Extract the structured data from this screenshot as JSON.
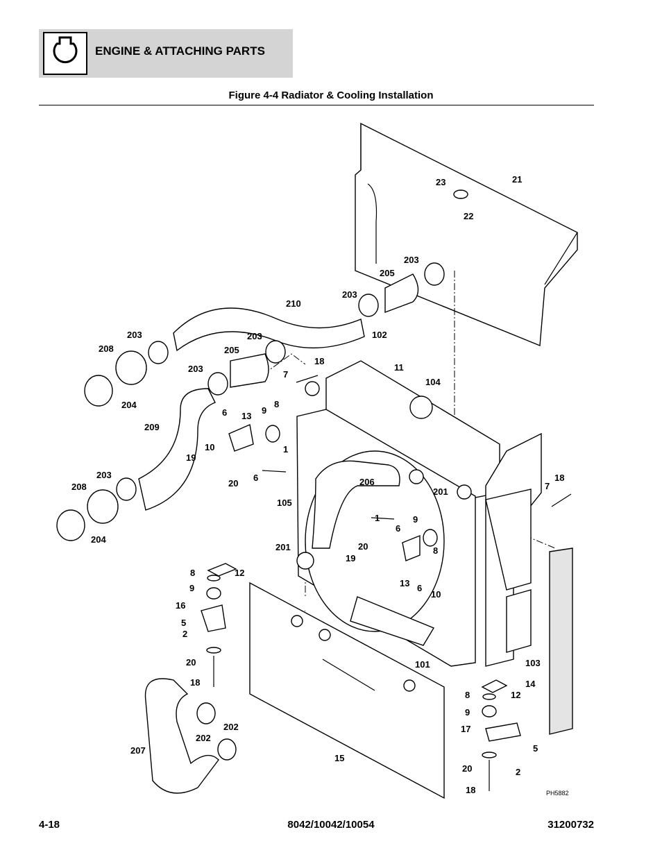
{
  "header": {
    "section_title": "ENGINE & ATTACHING PARTS",
    "icon": "engine-icon"
  },
  "figure": {
    "title": "Figure 4-4 Radiator & Cooling Installation",
    "photo_id": "PH5882",
    "callouts": [
      "21",
      "22",
      "23",
      "203",
      "205",
      "203",
      "210",
      "102",
      "203",
      "208",
      "203",
      "205",
      "18",
      "11",
      "104",
      "203",
      "7",
      "204",
      "209",
      "6",
      "9",
      "8",
      "13",
      "10",
      "1",
      "19",
      "20",
      "6",
      "206",
      "201",
      "208",
      "203",
      "18",
      "7",
      "105",
      "204",
      "1",
      "9",
      "6",
      "201",
      "20",
      "8",
      "19",
      "13",
      "6",
      "10",
      "8",
      "12",
      "9",
      "16",
      "5",
      "2",
      "20",
      "101",
      "103",
      "18",
      "14",
      "8",
      "12",
      "9",
      "202",
      "17",
      "5",
      "207",
      "202",
      "20",
      "2",
      "15",
      "18"
    ]
  },
  "footer": {
    "page_number": "4-18",
    "models": "8042/10042/10054",
    "doc_number": "31200732"
  }
}
